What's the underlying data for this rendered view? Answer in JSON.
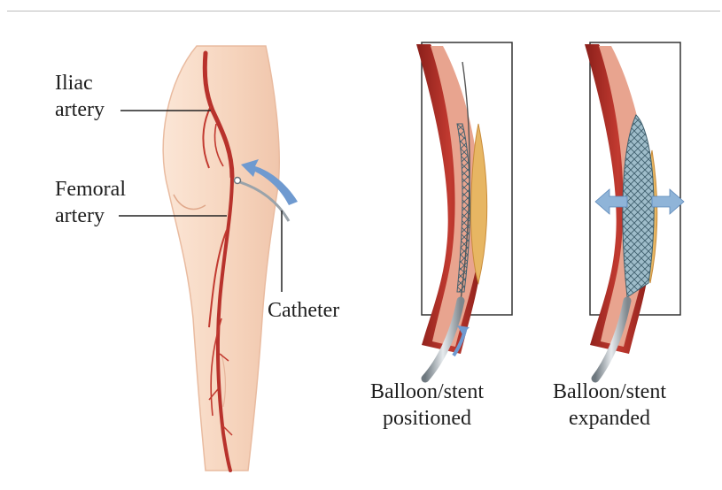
{
  "labels": {
    "iliac_1": "Iliac",
    "iliac_2": "artery",
    "femoral_1": "Femoral",
    "femoral_2": "artery",
    "catheter": "Catheter"
  },
  "panels": [
    {
      "line1": "Balloon/stent",
      "line2": "positioned"
    },
    {
      "line1": "Balloon/stent",
      "line2": "expanded"
    }
  ],
  "colors": {
    "skin": "#f8dcc8",
    "skin_edge": "#e9bba0",
    "vessel": "#b8322c",
    "vessel_dark": "#8a1f1a",
    "vessel_inner": "#e8a48f",
    "plaque": "#e7b663",
    "catheter": "#9aa3aa",
    "stent": "#7fa6b6",
    "arrow": "#6f9ad0",
    "frame": "#333333"
  }
}
